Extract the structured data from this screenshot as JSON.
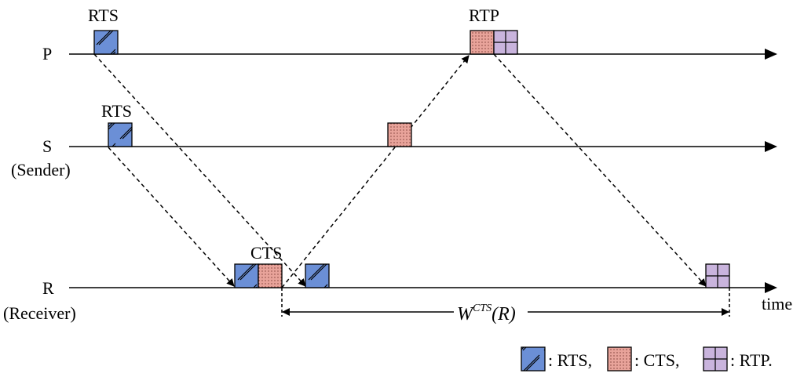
{
  "lanes": [
    {
      "id": "P",
      "label": "P",
      "sublabel": ""
    },
    {
      "id": "S",
      "label": "S",
      "sublabel": "(Sender)"
    },
    {
      "id": "R",
      "label": "R",
      "sublabel": "(Receiver)"
    }
  ],
  "axis_label": "time",
  "packet_labels": {
    "p_rts": "RTS",
    "s_rts": "RTS",
    "p_rtp": "RTP",
    "r_cts": "CTS"
  },
  "window": {
    "base": "W",
    "superscript": "CTS",
    "argument": "(R)"
  },
  "legend": {
    "rts": ": RTS,",
    "cts": ": CTS,",
    "rtp": ": RTP."
  },
  "colors": {
    "rts": "#6b8fd6",
    "cts": "#e8a39a",
    "rtp": "#c9b4dd",
    "line": "#000000"
  }
}
